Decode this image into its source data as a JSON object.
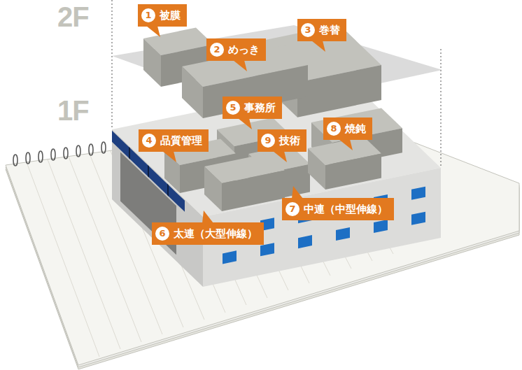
{
  "diagram": {
    "nodes": [
      {
        "text": [
          "1",
          "被膜"
        ]
      },
      {
        "text": [
          "2",
          "めっき"
        ]
      },
      {
        "text": [
          "3",
          "巻替"
        ]
      },
      {
        "text": [
          "4",
          "品質管理"
        ]
      },
      {
        "text": [
          "5",
          "事務所"
        ]
      },
      {
        "text": [
          "6",
          "太連（大型伸線）"
        ]
      },
      {
        "text": [
          "7",
          "中連（中型伸線）"
        ]
      },
      {
        "text": [
          "8",
          "焼鈍"
        ]
      },
      {
        "text": [
          "9",
          "技術"
        ]
      }
    ],
    "labels": [
      "2F",
      "1F"
    ]
  }
}
